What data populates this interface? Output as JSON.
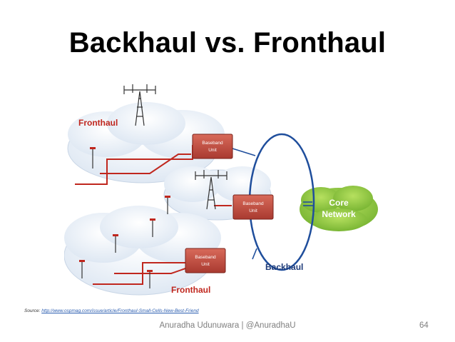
{
  "slide": {
    "title": "Backhaul vs. Fronthaul",
    "footer": "Anuradha Udunuwara | @AnuradhaU",
    "page_number": "64"
  },
  "source": {
    "prefix": "Source: ",
    "url": "http://www.ospmag.com/issue/article/Fronthaul-Small-Cells-New-Best-Friend"
  },
  "diagram": {
    "fronthaul_top": "Fronthaul",
    "fronthaul_bottom": "Fronthaul",
    "backhaul": "Backhaul",
    "core_network_line1": "Core",
    "core_network_line2": "Network",
    "bbu1_line1": "Baseband",
    "bbu1_line2": "Unit",
    "bbu2_line1": "Baseband",
    "bbu2_line2": "Unit",
    "bbu3_line1": "Baseband",
    "bbu3_line2": "Unit",
    "colors": {
      "cloud": "#e6eef7",
      "bbu": "#c0504d",
      "link": "#c0271e",
      "ring": "#1f4e9c",
      "core": "#8cc63f",
      "label_red": "#c0271e",
      "label_blue": "#1f3c7a"
    }
  }
}
